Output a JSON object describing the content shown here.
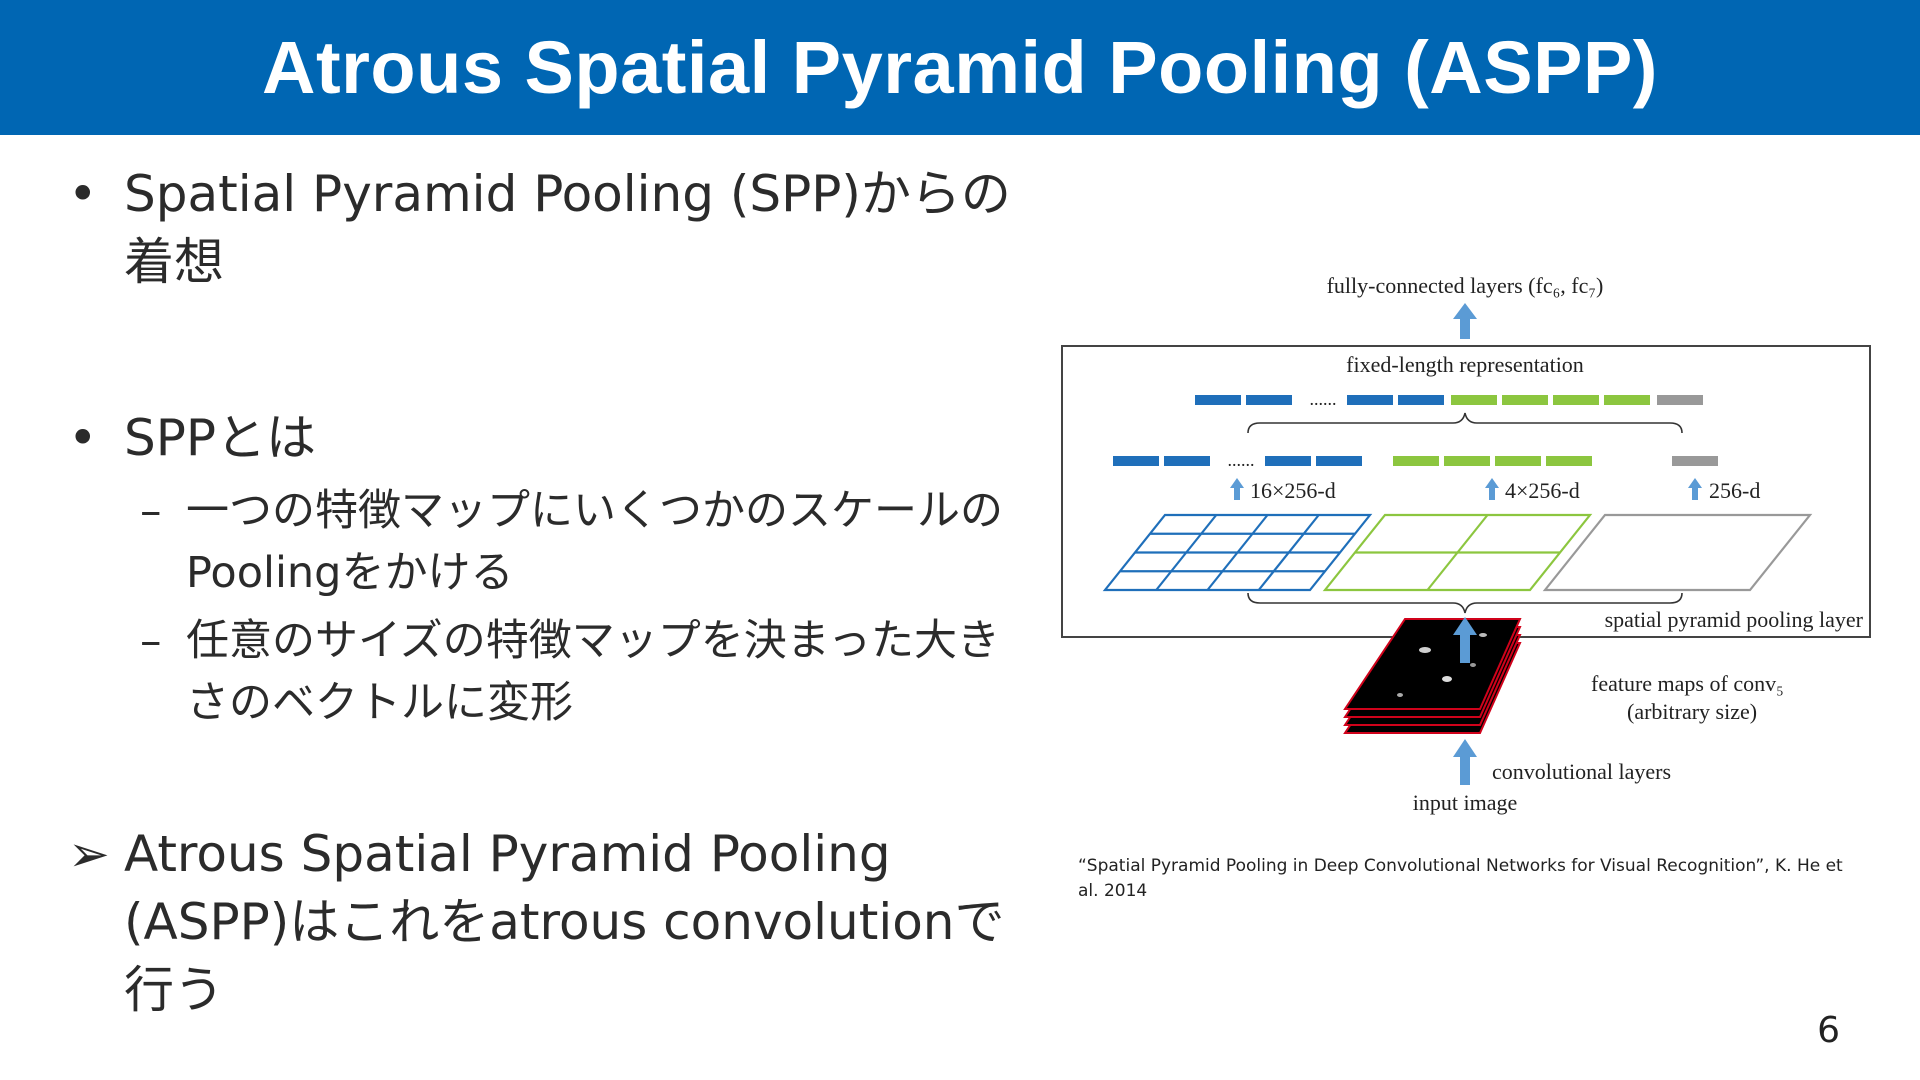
{
  "slide": {
    "title": "Atrous Spatial Pyramid Pooling (ASPP)",
    "page_number": "6",
    "citation": "“Spatial Pyramid Pooling in Deep Convolutional Networks for Visual Recognition”, K. He et al. 2014"
  },
  "bullets": [
    {
      "marker": "•",
      "text": "Spatial Pyramid Pooling (SPP)からの着想"
    },
    {
      "marker": "•",
      "text": "SPPとは",
      "subitems": [
        {
          "marker": "–",
          "text": "一つの特徴マップにいくつかのスケールのPoolingをかける"
        },
        {
          "marker": "–",
          "text": "任意のサイズの特徴マップを決まった大きさのベクトルに変形"
        }
      ]
    },
    {
      "marker": "➢",
      "text": "Atrous Spatial Pyramid Pooling (ASPP)はこれをatrous convolutionで行う"
    }
  ],
  "diagram": {
    "labels": {
      "fc": "fully-connected layers (fc₆, fc₇)",
      "fixed": "fixed-length representation",
      "dots_top": "......",
      "dots_left": "......",
      "d16": "16×256-d",
      "d4": "4×256-d",
      "d1": "256-d",
      "spp": "spatial pyramid pooling layer",
      "fmap1": "feature maps of conv₅",
      "fmap2": "(arbitrary size)",
      "conv": "convolutional layers",
      "input": "input image"
    },
    "colors": {
      "blue": "#1f6fba",
      "green": "#8cc63f",
      "gray": "#999999",
      "arrow": "#5b9bd5",
      "frame": "#444444",
      "fmap_edge": "#d0021b"
    }
  }
}
